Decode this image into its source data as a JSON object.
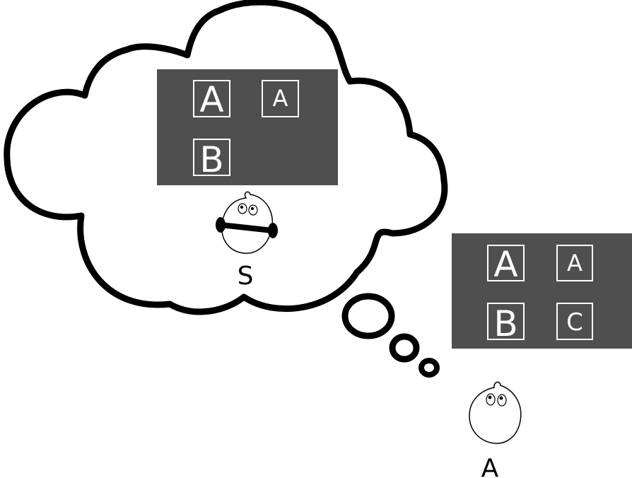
{
  "colors": {
    "board": "#4f4f4f",
    "tile_border": "#ffffff",
    "tile_text": "#ffffff",
    "outline": "#000000",
    "background": "#ffffff"
  },
  "thought_board": {
    "tiles": [
      {
        "letter": "A",
        "size": "large"
      },
      {
        "letter": "A",
        "size": "small"
      },
      {
        "letter": "B",
        "size": "large"
      }
    ]
  },
  "real_board": {
    "tiles": [
      {
        "letter": "A",
        "size": "large"
      },
      {
        "letter": "A",
        "size": "small"
      },
      {
        "letter": "B",
        "size": "large"
      },
      {
        "letter": "C",
        "size": "small"
      }
    ]
  },
  "agents": {
    "imagined": {
      "label": "S",
      "blindfolded": true
    },
    "real": {
      "label": "A",
      "blindfolded": false
    }
  }
}
